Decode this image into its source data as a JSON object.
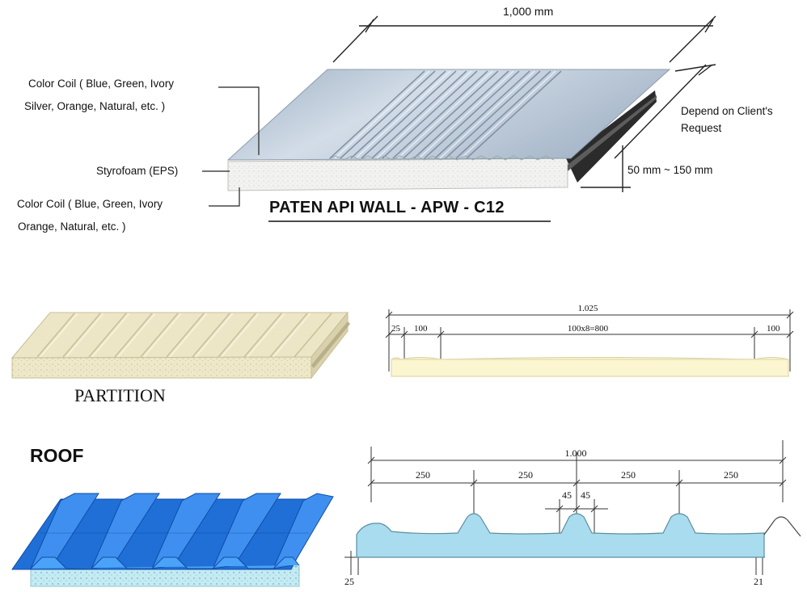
{
  "top_panel": {
    "width_label": "1,000 mm",
    "coil_top_line1": "Color Coil ( Blue, Green, Ivory",
    "coil_top_line2": "Silver, Orange, Natural, etc. )",
    "eps_label": "Styrofoam (EPS)",
    "coil_bottom_line1": "Color Coil ( Blue, Green, Ivory",
    "coil_bottom_line2": "Orange, Natural, etc. )",
    "length_line1": "Depend on Client's",
    "length_line2": "Request",
    "thickness_label": "50 mm ~ 150 mm",
    "title": "PATEN API WALL - APW - C12"
  },
  "partition": {
    "caption": "PARTITION",
    "dim_total": "1.025",
    "dim_left_edge": "25",
    "dim_left": "100",
    "dim_middle": "100x8=800",
    "dim_right": "100"
  },
  "roof": {
    "heading": "ROOF",
    "dim_total": "1.000",
    "dim_segments": [
      "250",
      "250",
      "250",
      "250"
    ],
    "dim_rib_left": "45",
    "dim_rib_right": "45",
    "dim_left_edge": "25",
    "dim_right_edge": "21"
  },
  "colors": {
    "wall_skin": "#b4c2d2",
    "eps_foam": "#f1f1ef",
    "partition_skin": "#ede6c6",
    "roof_blue": "#1e6fd6",
    "roof_foam": "#bfe8f2",
    "section_fill": "#a9dcee"
  }
}
